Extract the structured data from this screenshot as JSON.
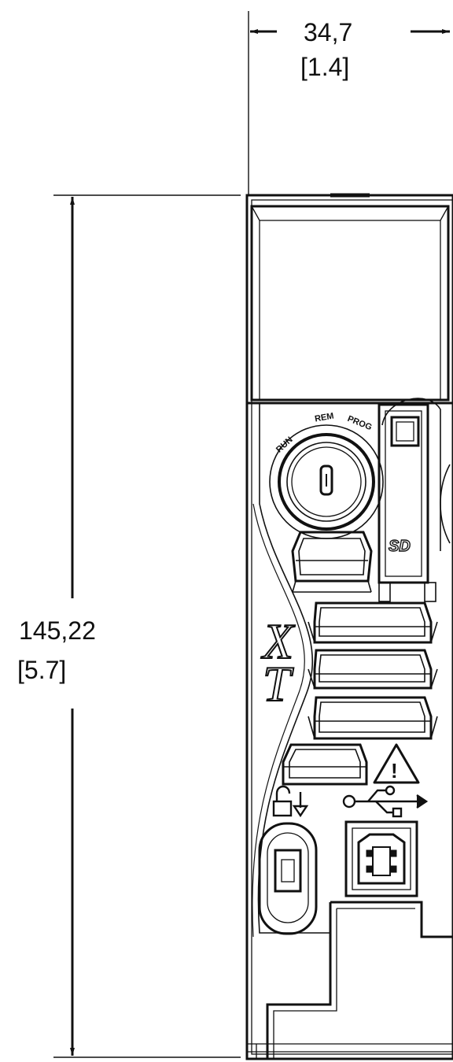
{
  "dimensions": {
    "width": {
      "metric": "34,7",
      "imperial": "[1.4]"
    },
    "height": {
      "metric": "145,22",
      "imperial": "[5.7]"
    }
  },
  "key_switch_positions": [
    "RUN",
    "REM",
    "PROG"
  ],
  "logo": {
    "line1": "X",
    "line2": "T"
  },
  "sd_card_label": "SD",
  "warning_symbol": "!",
  "icons": [
    "warning-triangle-icon",
    "usb-icon",
    "unlock-icon"
  ],
  "colors": {
    "line": "#111111",
    "background": "#ffffff"
  }
}
